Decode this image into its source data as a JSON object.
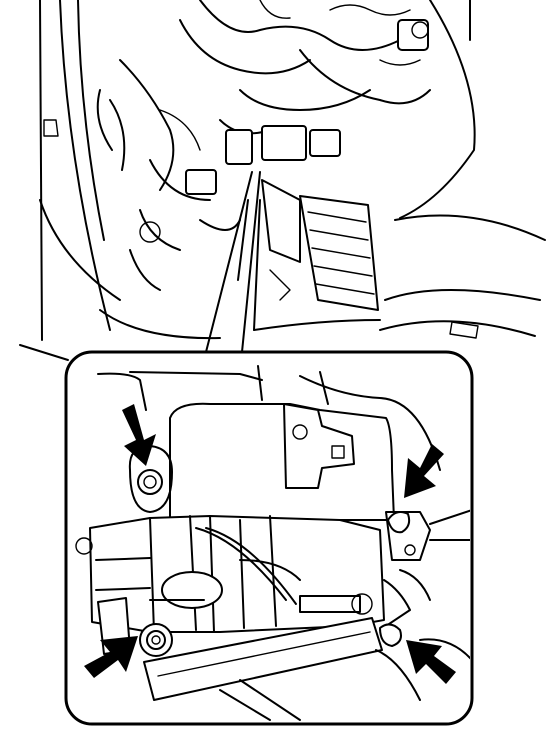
{
  "figure": {
    "panels": [
      "overview-view",
      "detail-view"
    ],
    "callout_arrows": [
      {
        "name": "arrow-upper-left",
        "direction": "down"
      },
      {
        "name": "arrow-upper-right",
        "direction": "down-left"
      },
      {
        "name": "arrow-lower-left",
        "direction": "up-right"
      },
      {
        "name": "arrow-lower-right",
        "direction": "left"
      }
    ],
    "colors": {
      "line": "#000000",
      "background": "#ffffff",
      "arrow": "#000000"
    }
  }
}
